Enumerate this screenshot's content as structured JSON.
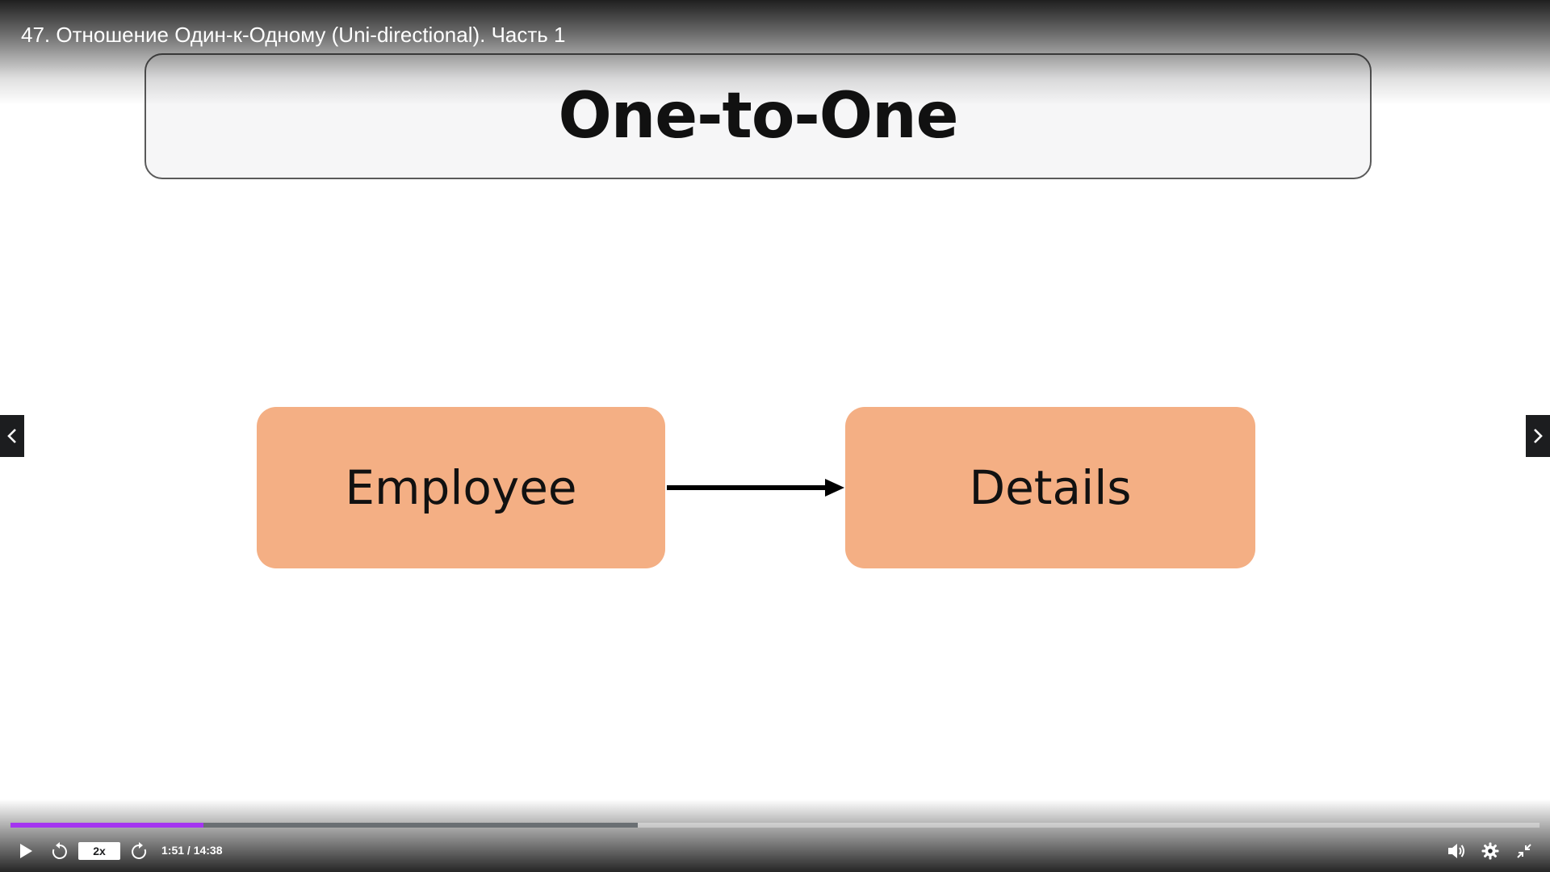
{
  "player": {
    "lecture_title": "47. Отношение Один-к-Одному (Uni-directional). Часть 1",
    "accent_color": "#a435f0"
  },
  "slide": {
    "title": "One-to-One",
    "entities": [
      {
        "label": "Employee"
      },
      {
        "label": "Details"
      }
    ],
    "entity_color": "#f4af84",
    "arrow_direction": "Employee → Details"
  },
  "navigation": {
    "prev_icon": "chevron-left-icon",
    "next_icon": "chevron-right-icon"
  },
  "controls": {
    "play_icon": "play-icon",
    "rewind_icon": "rewind-icon",
    "speed_label": "2x",
    "forward_icon": "forward-icon",
    "time_readout": "1:51 / 14:38",
    "volume_icon": "volume-icon",
    "settings_icon": "gear-icon",
    "exit_fullscreen_icon": "exit-fullscreen-icon"
  },
  "progress": {
    "current_seconds": 111,
    "duration_seconds": 878,
    "buffered_fraction": 0.41
  }
}
